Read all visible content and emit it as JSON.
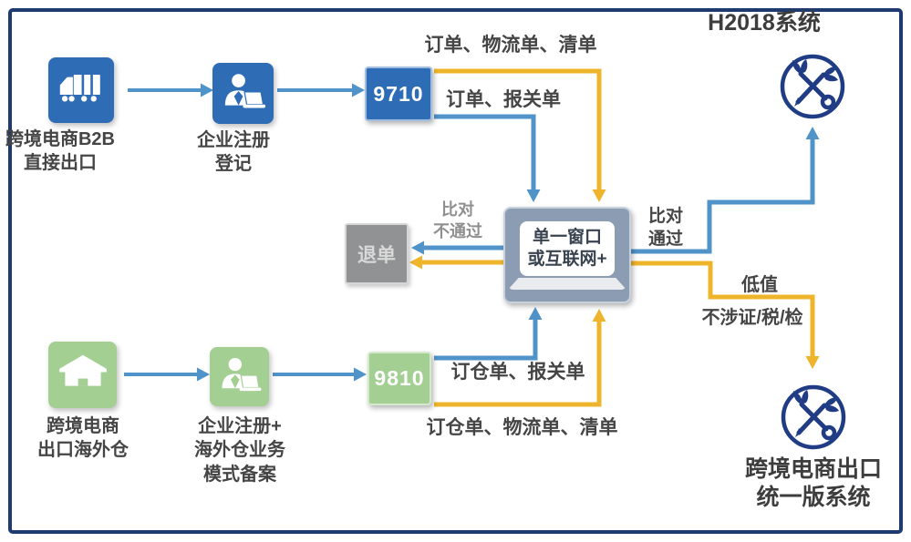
{
  "colors": {
    "frame": "#1e3a6e",
    "icon-blue": "#2e6cb5",
    "icon-green": "#a3cf93",
    "arrow-blue": "#4f93c9",
    "arrow-yellow": "#eeb42c",
    "platform-box": "#8c9cb3",
    "reject-box": "#909294",
    "label-dark": "#454545",
    "label-gray": "#8f8f8f",
    "emblem-navy": "#203c85"
  },
  "b2b_flow": {
    "source_label": "跨境电商B2B\n直接出口",
    "register_label": "企业注册\n登记",
    "code": "9710",
    "docs_yellow": "订单、物流单、清单",
    "docs_blue": "订单、报关单"
  },
  "warehouse_flow": {
    "source_label": "跨境电商\n出口海外仓",
    "register_label": "企业注册+\n海外仓业务\n模式备案",
    "code": "9810",
    "docs_blue": "订仓单、报关单",
    "docs_yellow": "订仓单、物流单、清单"
  },
  "platform": {
    "label": "单一窗口\n或互联网+"
  },
  "results": {
    "reject_label": "退单",
    "compare_fail": "比对\n不通过",
    "compare_pass": "比对\n通过",
    "low_value": "低值",
    "no_cert_tax_inspection": "不涉证/税/检"
  },
  "systems": {
    "h2018": "H2018系统",
    "unified": "跨境电商出口\n统一版系统"
  }
}
